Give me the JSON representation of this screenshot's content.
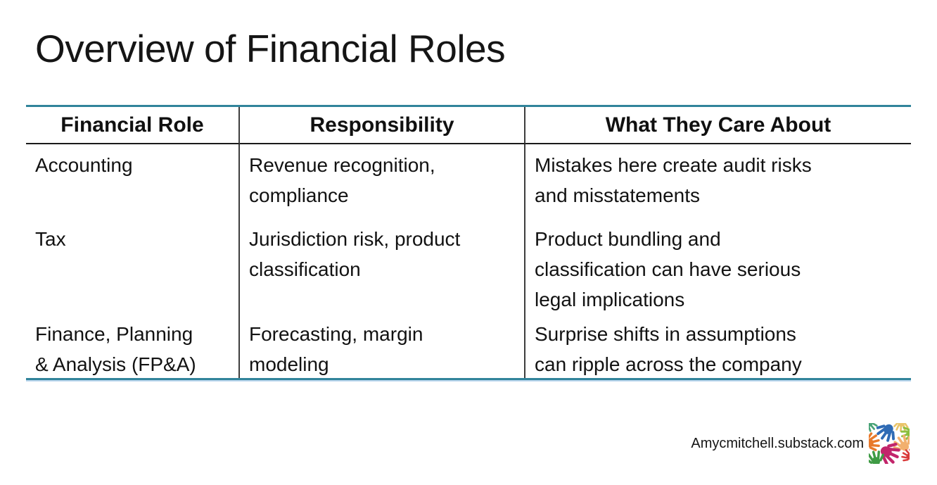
{
  "page": {
    "background": "#ffffff"
  },
  "title": "Overview of Financial Roles",
  "table": {
    "accent_border_color": "#31849B",
    "accent_border_light": "#BDD7EE",
    "header_divider_color": "#1a1a1a",
    "column_divider_color": "#3d3d3d",
    "columns": [
      "Financial Role",
      "Responsibility",
      "What They Care About"
    ],
    "rows": [
      {
        "role": "Accounting",
        "responsibility": "Revenue recognition,\ncompliance",
        "cares": "Mistakes here create audit risks\nand misstatements"
      },
      {
        "role": "Tax",
        "responsibility": "Jurisdiction risk, product\nclassification",
        "cares": "Product bundling and\nclassification can have serious\nlegal implications"
      },
      {
        "role": "Finance, Planning\n& Analysis (FP&A)",
        "responsibility": "Forecasting, margin\nmodeling",
        "cares": "Surprise shifts in assumptions\ncan ripple across the company"
      }
    ]
  },
  "footer": {
    "website": "Amycmitchell.substack.com",
    "logo": "colorful-hands-logo",
    "logo_colors": [
      "#2F6BB5",
      "#E87A2C",
      "#3F9B45",
      "#C2256B",
      "#F2B06E",
      "#8CBF3F",
      "#D93B3B",
      "#E9C46A",
      "#49A377"
    ]
  }
}
